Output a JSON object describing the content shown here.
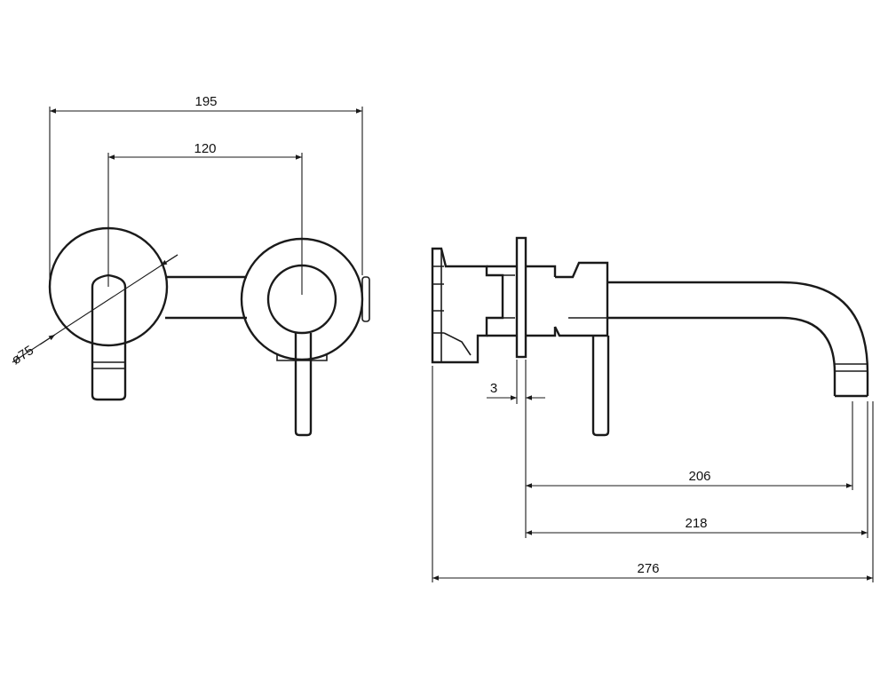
{
  "dimensions": {
    "front_total_width": "195",
    "front_center_distance": "120",
    "rosette_diameter": "ø75",
    "plate_thickness": "3",
    "spout_projection": "206",
    "outlet_projection": "218",
    "total_depth": "276"
  },
  "colors": {
    "line": "#1a1a1a",
    "background": "#ffffff"
  }
}
